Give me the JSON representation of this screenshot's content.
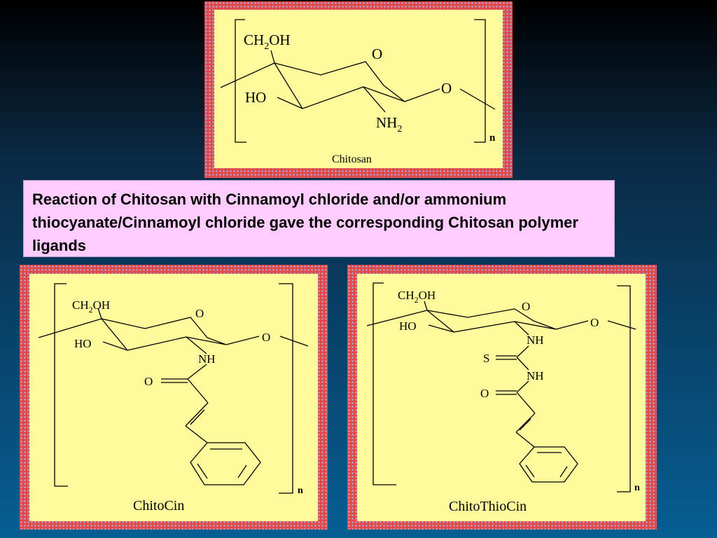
{
  "caption": "Reaction of Chitosan with Cinnamoyl chloride and/or ammonium thiocyanate/Cinnamoyl chloride gave the corresponding Chitosan polymer ligands",
  "colors": {
    "frame": "#e04a4a",
    "panel": "#fffb9c",
    "caption_bg": "#ffccff",
    "background_top": "#000000",
    "background_bottom": "#065e93"
  },
  "chitosan": {
    "title": "Chitosan",
    "ch2oh": "CH",
    "ch2oh_sub": "2",
    "ch2oh_tail": "OH",
    "ring_o": "O",
    "ho": "HO",
    "bridge_o": "O",
    "nh2": "NH",
    "nh2_sub": "2",
    "repeat": "n"
  },
  "chitocin": {
    "title": "ChitoCin",
    "ch2oh": "CH",
    "ch2oh_sub": "2",
    "ch2oh_tail": "OH",
    "ring_o": "O",
    "ho": "HO",
    "bridge_o": "O",
    "nh": "NH",
    "carbonyl_o": "O",
    "repeat": "n"
  },
  "chitothiocin": {
    "title": "ChitoThioCin",
    "ch2oh": "CH",
    "ch2oh_sub": "2",
    "ch2oh_tail": "OH",
    "ring_o": "O",
    "ho": "HO",
    "bridge_o": "O",
    "nh1": "NH",
    "thio_s": "S",
    "nh2": "NH",
    "carbonyl_o": "O",
    "repeat": "n"
  }
}
